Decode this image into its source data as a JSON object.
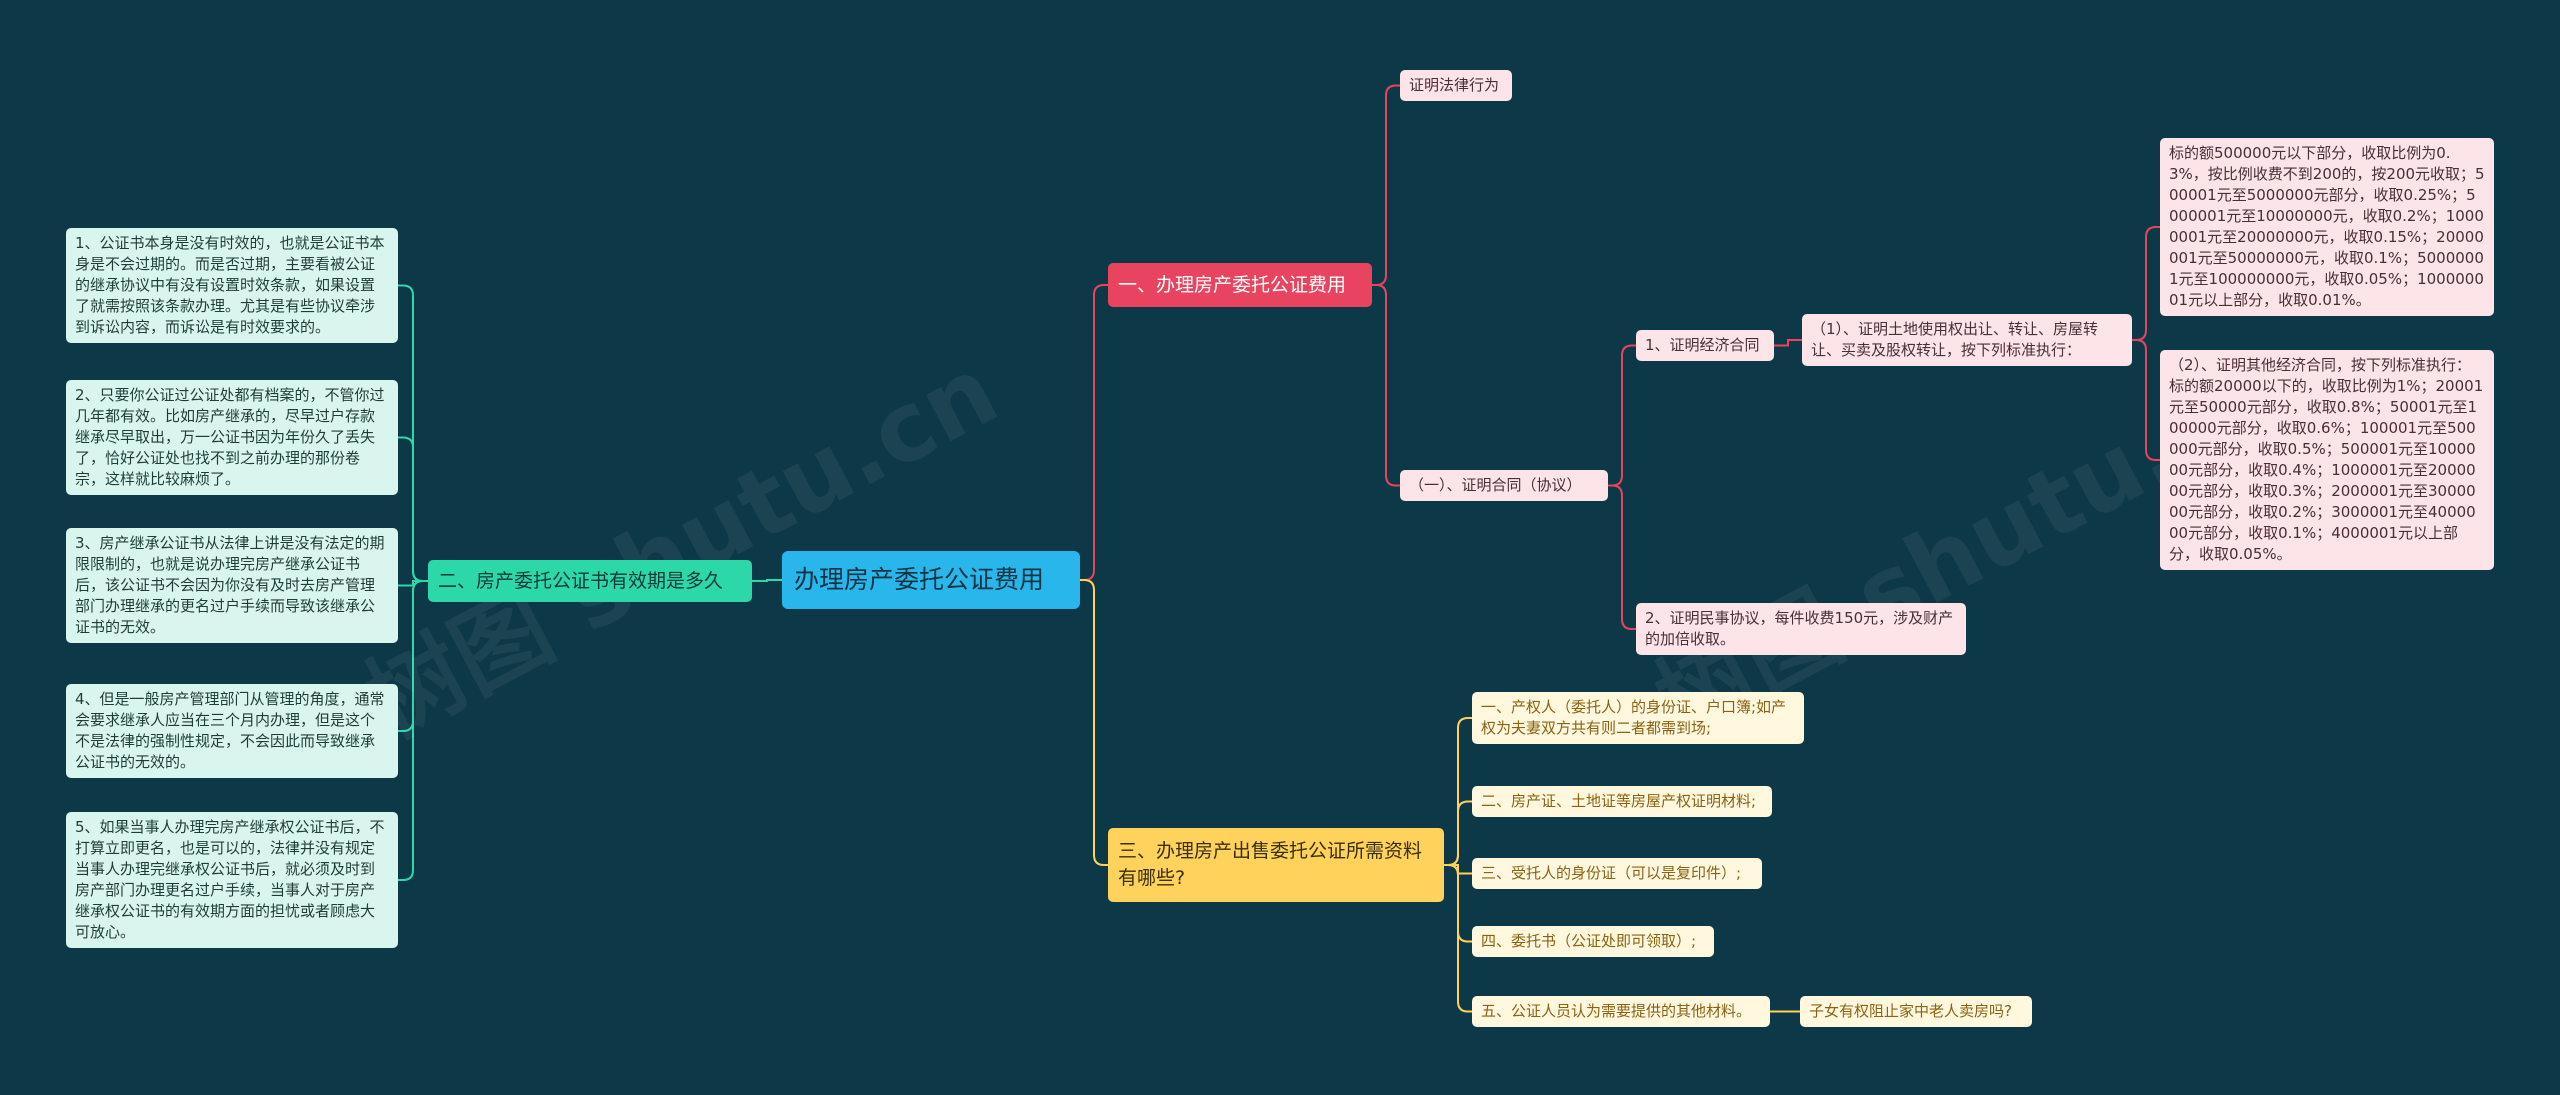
{
  "root": "办理房产委托公证费用",
  "colors": {
    "background": "#0d3848",
    "root": "#29b6ea",
    "branch_red": "#e8445f",
    "branch_yellow": "#ffd25c",
    "branch_green": "#2dd8a8",
    "leaf_pink": "#fde4e8",
    "leaf_cream": "#fff8de",
    "leaf_mint": "#d8f6ee"
  },
  "branch1": {
    "label": "一、办理房产委托公证费用",
    "legal_act": "证明法律行为",
    "contract": {
      "label": "（一）、证明合同（协议）",
      "economic": {
        "label": "1、证明经济合同",
        "land": {
          "label": "（1）、证明土地使用权出让、转让、房屋转让、买卖及股权转让，按下列标准执行：",
          "rate": "标的额500000元以下部分，收取比例为0.3%，按比例收费不到200的，按200元收取；500001元至5000000元部分，收取0.25%；5000001元至10000000元，收取0.2%；10000001元至20000000元，收取0.15%；20000001元至50000000元，收取0.1%；50000001元至100000000元，收取0.05%；100000001元以上部分，收取0.01%。"
        },
        "other": "（2）、证明其他经济合同，按下列标准执行：标的额20000以下的，收取比例为1%；20001元至50000元部分，收取0.8%；50001元至100000元部分，收取0.6%；100001元至500000元部分，收取0.5%；500001元至1000000元部分，收取0.4%；1000001元至2000000元部分，收取0.3%；2000001元至3000000元部分，收取0.2%；3000001元至4000000元部分，收取0.1%；4000001元以上部分，收取0.05%。"
      },
      "civil": "2、证明民事协议，每件收费150元，涉及财产的加倍收取。"
    }
  },
  "branch2": {
    "label": "二、房产委托公证书有效期是多久",
    "items": [
      "1、公证书本身是没有时效的，也就是公证书本身是不会过期的。而是否过期，主要看被公证的继承协议中有没有设置时效条款，如果设置了就需按照该条款办理。尤其是有些协议牵涉到诉讼内容，而诉讼是有时效要求的。",
      "2、只要你公证过公证处都有档案的，不管你过几年都有效。比如房产继承的，尽早过户存款继承尽早取出，万一公证书因为年份久了丢失了，恰好公证处也找不到之前办理的那份卷宗，这样就比较麻烦了。",
      "3、房产继承公证书从法律上讲是没有法定的期限限制的，也就是说办理完房产继承公证书后，该公证书不会因为你没有及时去房产管理部门办理继承的更名过户手续而导致该继承公证书的无效。",
      "4、但是一般房产管理部门从管理的角度，通常会要求继承人应当在三个月内办理，但是这个不是法律的强制性规定，不会因此而导致继承公证书的无效的。",
      "5、如果当事人办理完房产继承权公证书后，不打算立即更名，也是可以的，法律并没有规定当事人办理完继承权公证书后，就必须及时到房产部门办理更名过户手续，当事人对于房产继承权公证书的有效期方面的担忧或者顾虑大可放心。"
    ]
  },
  "branch3": {
    "label": "三、办理房产出售委托公证所需资料有哪些?",
    "items": [
      "一、产权人（委托人）的身份证、户口簿;如产权为夫妻双方共有则二者都需到场;",
      "二、房产证、土地证等房屋产权证明材料;",
      "三、受托人的身份证（可以是复印件）;",
      "四、委托书（公证处即可领取）;",
      "五、公证人员认为需要提供的其他材料。"
    ],
    "related": "子女有权阻止家中老人卖房吗?"
  },
  "watermarks": [
    "树图 shutu.cn",
    "树图 shutu.cn",
    "树图 shutu.cn"
  ]
}
